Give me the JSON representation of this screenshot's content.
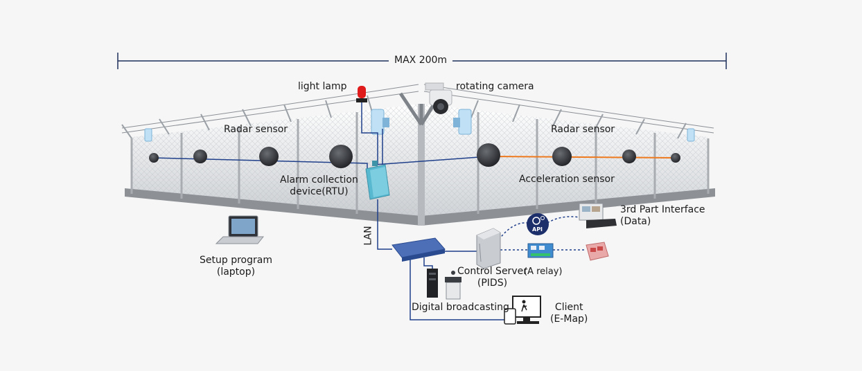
{
  "dimension": {
    "label": "MAX 200m"
  },
  "labels": {
    "light_lamp": "light lamp",
    "rotating_camera": "rotating camera",
    "radar_left": "Radar sensor",
    "radar_right": "Radar sensor",
    "rtu_line1": "Alarm collection",
    "rtu_line2": "device(RTU)",
    "acceleration_sensor": "Acceleration sensor",
    "third_party_line1": "3rd Part Interface",
    "third_party_line2": "(Data)",
    "lan": "LAN",
    "setup_line1": "Setup program",
    "setup_line2": "(laptop)",
    "control_server_line1": "Control Server",
    "control_server_line2": "(PIDS)",
    "relay": "(A relay)",
    "digital_broadcasting": "Digital broadcasting",
    "client_line1": "Client",
    "client_line2": "(E-Map)",
    "api": "API"
  },
  "colors": {
    "dimension_line": "#1f2f5a",
    "cable_blue": "#1f3f8a",
    "cable_orange": "#f07a1e",
    "rtu_box": "#58b8cf",
    "lamp_red": "#e01b1b",
    "api_badge": "#1d2f6b"
  },
  "icons": {
    "laptop": "laptop-icon",
    "switch": "network-switch-icon",
    "server": "server-tower-icon",
    "relay_board": "relay-board-icon",
    "api": "api-gear-icon",
    "broadcast": "speaker-pc-icon",
    "client": "monitor-icon",
    "third_party": "dvr-icon"
  }
}
